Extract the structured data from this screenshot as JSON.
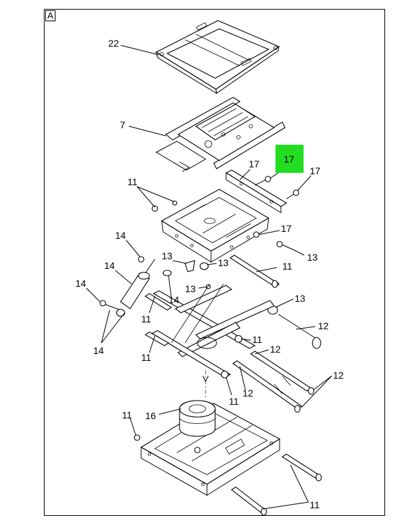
{
  "view": {
    "label": "A"
  },
  "highlight": {
    "color": "#22dd22",
    "label": "17"
  },
  "callouts": [
    "22",
    "7",
    "17",
    "17",
    "11",
    "17",
    "14",
    "13",
    "13",
    "11",
    "13",
    "14",
    "14",
    "13",
    "11",
    "13",
    "14",
    "11",
    "12",
    "14",
    "11",
    "11",
    "12",
    "12",
    "11",
    "12",
    "11",
    "16",
    "11"
  ]
}
